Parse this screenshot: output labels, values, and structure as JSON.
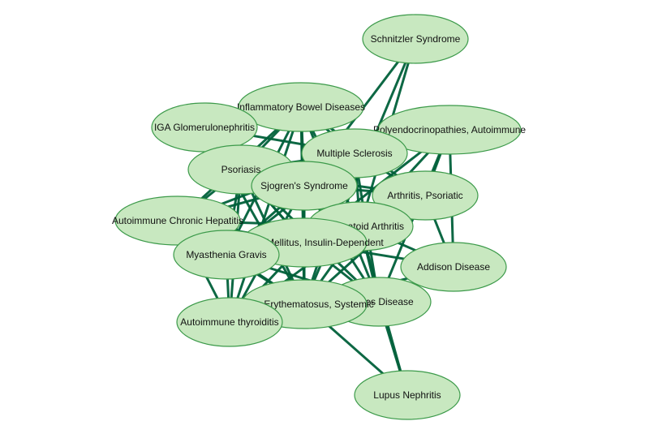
{
  "nodes": [
    {
      "id": "schnitzler",
      "label": "Schnitzler Syndrome"
    },
    {
      "id": "ibd",
      "label": "Inflammatory Bowel Diseases"
    },
    {
      "id": "iga",
      "label": "IGA Glomerulonephritis"
    },
    {
      "id": "poly",
      "label": "Polyendocrinopathies, Autoimmune"
    },
    {
      "id": "ms",
      "label": "Multiple Sclerosis"
    },
    {
      "id": "psoriasis",
      "label": "Psoriasis"
    },
    {
      "id": "sjogren",
      "label": "Sjogren's Syndrome"
    },
    {
      "id": "psa",
      "label": "Arthritis, Psoriatic"
    },
    {
      "id": "ach",
      "label": "Autoimmune Chronic Hepatitis"
    },
    {
      "id": "ra",
      "label": "Rheumatoid Arthritis"
    },
    {
      "id": "dm",
      "label": "Diabetes Mellitus, Insulin-Dependent"
    },
    {
      "id": "mg",
      "label": "Myasthenia Gravis"
    },
    {
      "id": "addison",
      "label": "Addison Disease"
    },
    {
      "id": "graves",
      "label": "Graves Disease"
    },
    {
      "id": "sle",
      "label": "Lupus Erythematosus, Systemic"
    },
    {
      "id": "thyroid",
      "label": "Autoimmune thyroiditis"
    },
    {
      "id": "nephritis",
      "label": "Lupus Nephritis"
    }
  ],
  "edges": [
    [
      "schnitzler",
      "sle"
    ],
    [
      "schnitzler",
      "ra"
    ],
    [
      "schnitzler",
      "sjogren"
    ],
    [
      "ibd",
      "psoriasis"
    ],
    [
      "ibd",
      "ms"
    ],
    [
      "ibd",
      "sjogren"
    ],
    [
      "ibd",
      "ra"
    ],
    [
      "ibd",
      "dm"
    ],
    [
      "ibd",
      "sle"
    ],
    [
      "ibd",
      "mg"
    ],
    [
      "ibd",
      "ach"
    ],
    [
      "ibd",
      "iga"
    ],
    [
      "ibd",
      "psa"
    ],
    [
      "ibd",
      "graves"
    ],
    [
      "ibd",
      "thyroid"
    ],
    [
      "iga",
      "psoriasis"
    ],
    [
      "iga",
      "ms"
    ],
    [
      "iga",
      "sjogren"
    ],
    [
      "iga",
      "ra"
    ],
    [
      "iga",
      "dm"
    ],
    [
      "iga",
      "sle"
    ],
    [
      "poly",
      "ms"
    ],
    [
      "poly",
      "sjogren"
    ],
    [
      "poly",
      "ra"
    ],
    [
      "poly",
      "dm"
    ],
    [
      "poly",
      "addison"
    ],
    [
      "poly",
      "psa"
    ],
    [
      "poly",
      "graves"
    ],
    [
      "ms",
      "psoriasis"
    ],
    [
      "ms",
      "sjogren"
    ],
    [
      "ms",
      "ra"
    ],
    [
      "ms",
      "dm"
    ],
    [
      "ms",
      "sle"
    ],
    [
      "ms",
      "mg"
    ],
    [
      "ms",
      "graves"
    ],
    [
      "ms",
      "psa"
    ],
    [
      "ms",
      "ach"
    ],
    [
      "psoriasis",
      "sjogren"
    ],
    [
      "psoriasis",
      "ra"
    ],
    [
      "psoriasis",
      "dm"
    ],
    [
      "psoriasis",
      "sle"
    ],
    [
      "psoriasis",
      "mg"
    ],
    [
      "psoriasis",
      "ach"
    ],
    [
      "psoriasis",
      "psa"
    ],
    [
      "psoriasis",
      "thyroid"
    ],
    [
      "psoriasis",
      "graves"
    ],
    [
      "sjogren",
      "ra"
    ],
    [
      "sjogren",
      "dm"
    ],
    [
      "sjogren",
      "sle"
    ],
    [
      "sjogren",
      "mg"
    ],
    [
      "sjogren",
      "ach"
    ],
    [
      "sjogren",
      "psa"
    ],
    [
      "sjogren",
      "graves"
    ],
    [
      "sjogren",
      "thyroid"
    ],
    [
      "psa",
      "ra"
    ],
    [
      "psa",
      "dm"
    ],
    [
      "psa",
      "sle"
    ],
    [
      "psa",
      "addison"
    ],
    [
      "ach",
      "dm"
    ],
    [
      "ach",
      "sle"
    ],
    [
      "ach",
      "ra"
    ],
    [
      "ach",
      "mg"
    ],
    [
      "ach",
      "thyroid"
    ],
    [
      "ra",
      "dm"
    ],
    [
      "ra",
      "sle"
    ],
    [
      "ra",
      "mg"
    ],
    [
      "ra",
      "graves"
    ],
    [
      "ra",
      "addison"
    ],
    [
      "ra",
      "thyroid"
    ],
    [
      "ra",
      "nephritis"
    ],
    [
      "dm",
      "sle"
    ],
    [
      "dm",
      "mg"
    ],
    [
      "dm",
      "graves"
    ],
    [
      "dm",
      "thyroid"
    ],
    [
      "dm",
      "addison"
    ],
    [
      "mg",
      "sle"
    ],
    [
      "mg",
      "thyroid"
    ],
    [
      "mg",
      "graves"
    ],
    [
      "addison",
      "graves"
    ],
    [
      "addison",
      "sle"
    ],
    [
      "graves",
      "sle"
    ],
    [
      "graves",
      "thyroid"
    ],
    [
      "graves",
      "nephritis"
    ],
    [
      "sle",
      "thyroid"
    ],
    [
      "sle",
      "nephritis"
    ]
  ],
  "colors": {
    "node_fill": "#c8e8c0",
    "node_stroke": "#3c9a4a",
    "edge": "#00603a",
    "label": "#111111"
  }
}
